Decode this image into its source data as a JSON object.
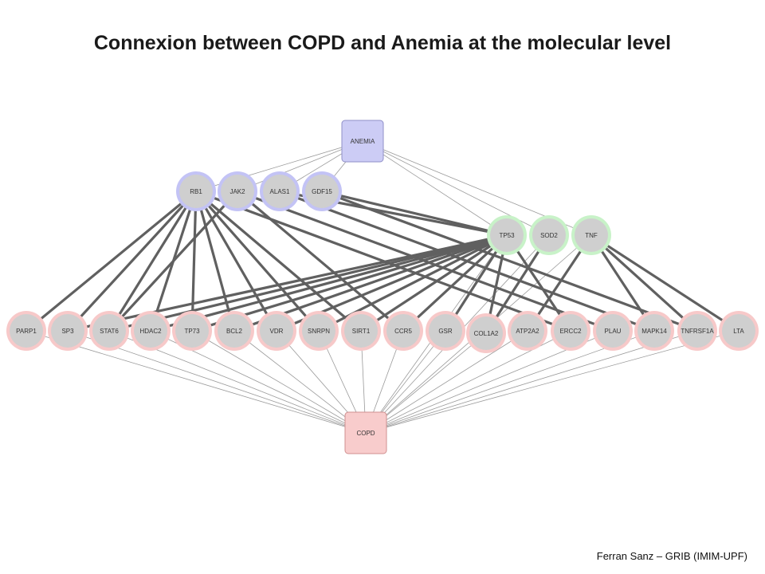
{
  "title": "Connexion between COPD and Anemia at the molecular level",
  "credit": "Ferran Sanz – GRIB (IMIM-UPF)",
  "colors": {
    "anemia_fill": "#ccccf5",
    "anemia_border": "#8f8fc8",
    "anemia_ring": "#c3c3f5",
    "shared_ring": "#c8f2c8",
    "copd_ring": "#f7c9c9",
    "copd_fill": "#f8cccc",
    "copd_border": "#d08f8f",
    "gene_core": "#cfcfcf",
    "thick_edge": "#606060",
    "thin_edge": "#9a9a9a"
  },
  "network": {
    "disease_nodes": [
      {
        "id": "ANEMIA",
        "label": "ANEMIA",
        "group": "anemia"
      },
      {
        "id": "COPD",
        "label": "COPD",
        "group": "copd"
      }
    ],
    "gene_nodes": [
      {
        "id": "RB1",
        "label": "RB1",
        "group": "anemia"
      },
      {
        "id": "JAK2",
        "label": "JAK2",
        "group": "anemia"
      },
      {
        "id": "ALAS1",
        "label": "ALAS1",
        "group": "anemia"
      },
      {
        "id": "GDF15",
        "label": "GDF15",
        "group": "anemia"
      },
      {
        "id": "TP53",
        "label": "TP53",
        "group": "shared"
      },
      {
        "id": "SOD2",
        "label": "SOD2",
        "group": "shared"
      },
      {
        "id": "TNF",
        "label": "TNF",
        "group": "shared"
      },
      {
        "id": "PARP1",
        "label": "PARP1",
        "group": "copd"
      },
      {
        "id": "SP3",
        "label": "SP3",
        "group": "copd"
      },
      {
        "id": "STAT6",
        "label": "STAT6",
        "group": "copd"
      },
      {
        "id": "HDAC2",
        "label": "HDAC2",
        "group": "copd"
      },
      {
        "id": "TP73",
        "label": "TP73",
        "group": "copd"
      },
      {
        "id": "BCL2",
        "label": "BCL2",
        "group": "copd"
      },
      {
        "id": "VDR",
        "label": "VDR",
        "group": "copd"
      },
      {
        "id": "SNRPN",
        "label": "SNRPN",
        "group": "copd"
      },
      {
        "id": "SIRT1",
        "label": "SIRT1",
        "group": "copd"
      },
      {
        "id": "CCR5",
        "label": "CCR5",
        "group": "copd"
      },
      {
        "id": "GSR",
        "label": "GSR",
        "group": "copd"
      },
      {
        "id": "COL1A2",
        "label": "COL1A2",
        "group": "copd"
      },
      {
        "id": "ATP2A2",
        "label": "ATP2A2",
        "group": "copd"
      },
      {
        "id": "ERCC2",
        "label": "ERCC2",
        "group": "copd"
      },
      {
        "id": "PLAU",
        "label": "PLAU",
        "group": "copd"
      },
      {
        "id": "MAPK14",
        "label": "MAPK14",
        "group": "copd"
      },
      {
        "id": "TNFRSF1A",
        "label": "TNFRSF1A",
        "group": "copd"
      },
      {
        "id": "LTA",
        "label": "LTA",
        "group": "copd"
      }
    ],
    "thin_edges": [
      [
        "ANEMIA",
        "RB1"
      ],
      [
        "ANEMIA",
        "JAK2"
      ],
      [
        "ANEMIA",
        "ALAS1"
      ],
      [
        "ANEMIA",
        "GDF15"
      ],
      [
        "ANEMIA",
        "TP53"
      ],
      [
        "ANEMIA",
        "SOD2"
      ],
      [
        "ANEMIA",
        "TNF"
      ],
      [
        "COPD",
        "PARP1"
      ],
      [
        "COPD",
        "SP3"
      ],
      [
        "COPD",
        "STAT6"
      ],
      [
        "COPD",
        "HDAC2"
      ],
      [
        "COPD",
        "TP73"
      ],
      [
        "COPD",
        "BCL2"
      ],
      [
        "COPD",
        "VDR"
      ],
      [
        "COPD",
        "SNRPN"
      ],
      [
        "COPD",
        "SIRT1"
      ],
      [
        "COPD",
        "CCR5"
      ],
      [
        "COPD",
        "GSR"
      ],
      [
        "COPD",
        "COL1A2"
      ],
      [
        "COPD",
        "ATP2A2"
      ],
      [
        "COPD",
        "ERCC2"
      ],
      [
        "COPD",
        "PLAU"
      ],
      [
        "COPD",
        "MAPK14"
      ],
      [
        "COPD",
        "TNFRSF1A"
      ],
      [
        "COPD",
        "LTA"
      ],
      [
        "COPD",
        "TP53"
      ],
      [
        "COPD",
        "SOD2"
      ],
      [
        "COPD",
        "TNF"
      ]
    ],
    "thick_edges": [
      [
        "RB1",
        "PARP1"
      ],
      [
        "RB1",
        "SP3"
      ],
      [
        "RB1",
        "STAT6"
      ],
      [
        "RB1",
        "HDAC2"
      ],
      [
        "RB1",
        "TP73"
      ],
      [
        "RB1",
        "BCL2"
      ],
      [
        "RB1",
        "VDR"
      ],
      [
        "RB1",
        "SNRPN"
      ],
      [
        "RB1",
        "SIRT1"
      ],
      [
        "RB1",
        "ERCC2"
      ],
      [
        "JAK2",
        "STAT6"
      ],
      [
        "JAK2",
        "CCR5"
      ],
      [
        "JAK2",
        "PLAU"
      ],
      [
        "ALAS1",
        "TP53"
      ],
      [
        "ALAS1",
        "MAPK14"
      ],
      [
        "GDF15",
        "TP53"
      ],
      [
        "GDF15",
        "TNFRSF1A"
      ],
      [
        "TP53",
        "SP3"
      ],
      [
        "TP53",
        "STAT6"
      ],
      [
        "TP53",
        "HDAC2"
      ],
      [
        "TP53",
        "TP73"
      ],
      [
        "TP53",
        "BCL2"
      ],
      [
        "TP53",
        "VDR"
      ],
      [
        "TP53",
        "SNRPN"
      ],
      [
        "TP53",
        "SIRT1"
      ],
      [
        "TP53",
        "CCR5"
      ],
      [
        "TP53",
        "GSR"
      ],
      [
        "TP53",
        "COL1A2"
      ],
      [
        "TP53",
        "ERCC2"
      ],
      [
        "SOD2",
        "COL1A2"
      ],
      [
        "TNF",
        "ATP2A2"
      ],
      [
        "TNF",
        "MAPK14"
      ],
      [
        "TNF",
        "TNFRSF1A"
      ],
      [
        "TNF",
        "LTA"
      ]
    ]
  }
}
